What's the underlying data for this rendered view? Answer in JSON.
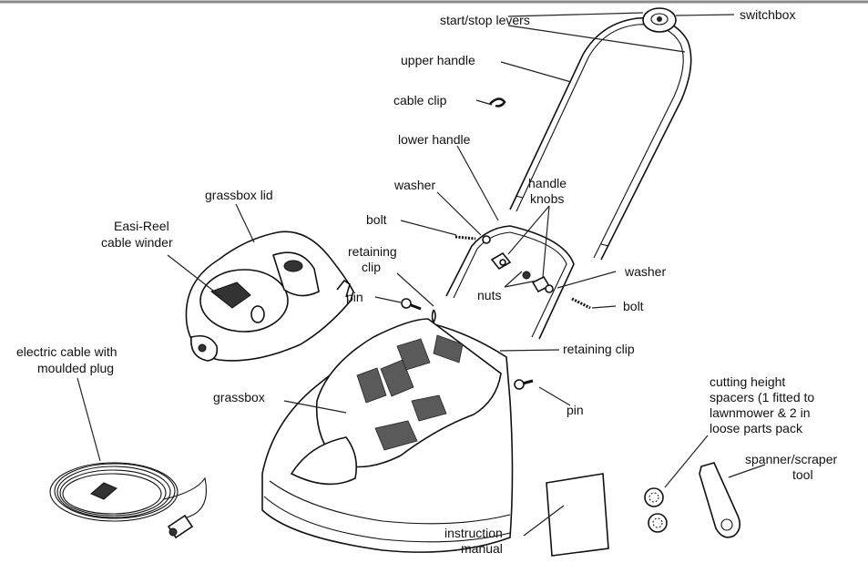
{
  "labels": {
    "start_stop_levers": "start/stop levers",
    "switchbox": "switchbox",
    "upper_handle": "upper handle",
    "cable_clip": "cable clip",
    "lower_handle": "lower handle",
    "washer_top": "washer",
    "handle_knobs_1": "handle",
    "handle_knobs_2": "knobs",
    "bolt_left": "bolt",
    "grassbox_lid": "grassbox lid",
    "easi_reel_1": "Easi-Reel",
    "easi_reel_2": "cable winder",
    "retaining_clip_1": "retaining",
    "retaining_clip_2": "clip",
    "pin_left": "pin",
    "nuts": "nuts",
    "washer_right": "washer",
    "bolt_right": "bolt",
    "retaining_clip_right": "retaining clip",
    "electric_cable_1": "electric cable with",
    "electric_cable_2": "moulded plug",
    "grassbox": "grassbox",
    "pin_right": "pin",
    "spacers_1": "cutting height",
    "spacers_2": "spacers (1 fitted to",
    "spacers_3": "lawnmower & 2 in",
    "spacers_4": "loose parts pack",
    "spanner_1": "spanner/scraper",
    "spanner_2": "tool",
    "manual_1": "instruction",
    "manual_2": "manual"
  }
}
